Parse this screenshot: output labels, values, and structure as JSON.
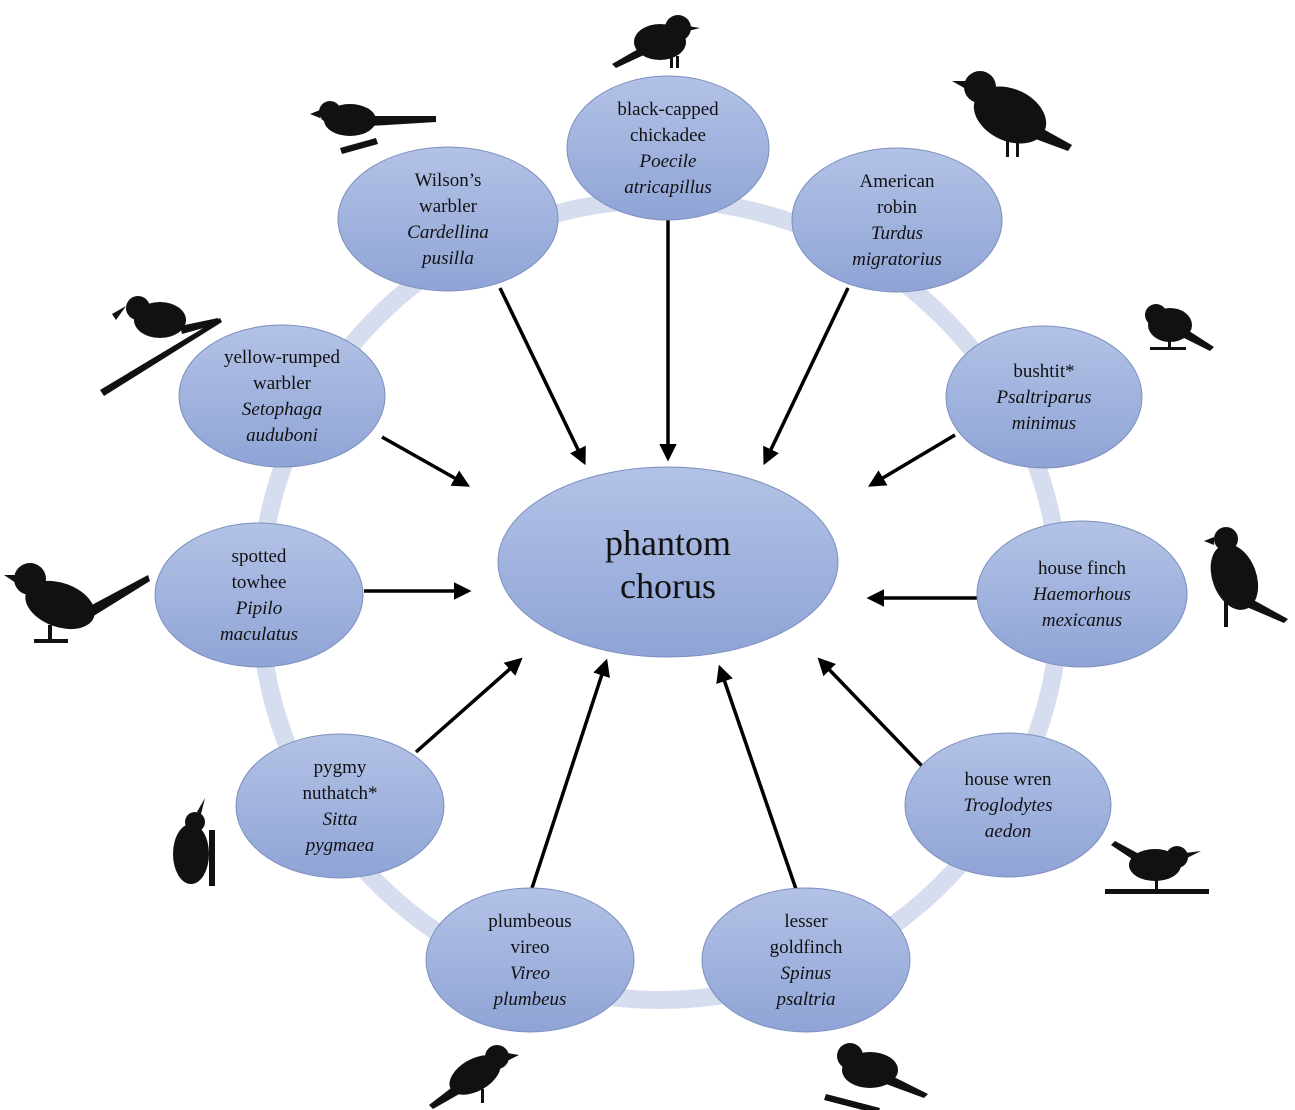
{
  "center": {
    "line1": "phantom",
    "line2": "chorus"
  },
  "species": [
    {
      "id": "chickadee",
      "common": [
        "black-capped",
        "chickadee"
      ],
      "scientific": [
        "Poecile",
        "atricapillus"
      ]
    },
    {
      "id": "robin",
      "common": [
        "American",
        "robin"
      ],
      "scientific": [
        "Turdus",
        "migratorius"
      ]
    },
    {
      "id": "bushtit",
      "common": [
        "bushtit*"
      ],
      "scientific": [
        "Psaltriparus",
        "minimus"
      ]
    },
    {
      "id": "finch",
      "common": [
        "house finch"
      ],
      "scientific": [
        "Haemorhous",
        "mexicanus"
      ]
    },
    {
      "id": "wren",
      "common": [
        "house wren"
      ],
      "scientific": [
        "Troglodytes",
        "aedon"
      ]
    },
    {
      "id": "goldfinch",
      "common": [
        "lesser",
        "goldfinch"
      ],
      "scientific": [
        "Spinus",
        "psaltria"
      ]
    },
    {
      "id": "vireo",
      "common": [
        "plumbeous",
        "vireo"
      ],
      "scientific": [
        "Vireo",
        "plumbeus"
      ]
    },
    {
      "id": "nuthatch",
      "common": [
        "pygmy",
        "nuthatch*"
      ],
      "scientific": [
        "Sitta",
        "pygmaea"
      ]
    },
    {
      "id": "towhee",
      "common": [
        "spotted",
        "towhee"
      ],
      "scientific": [
        "Pipilo",
        "maculatus"
      ]
    },
    {
      "id": "yr-warbler",
      "common": [
        "yellow-rumped",
        "warbler"
      ],
      "scientific": [
        "Setophaga",
        "auduboni"
      ]
    },
    {
      "id": "wilsons-warbler",
      "common": [
        "Wilson’s",
        "warbler"
      ],
      "scientific": [
        "Cardellina",
        "pusilla"
      ]
    }
  ],
  "colors": {
    "node_top": "#b3c2e6",
    "node_bottom": "#8fa4d6",
    "node_stroke": "#7d8fbf",
    "ring": "#d6ddef",
    "arrow": "#000000",
    "silhouette": "#111111"
  }
}
